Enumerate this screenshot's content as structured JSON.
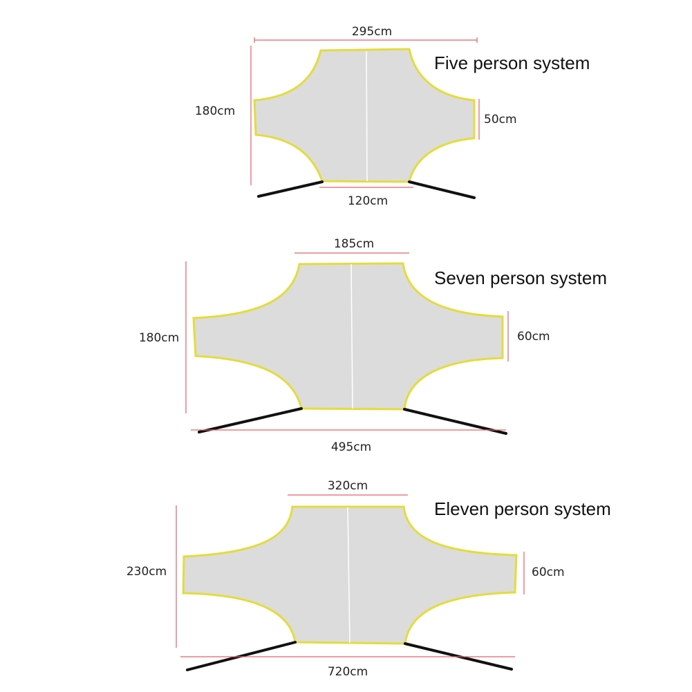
{
  "colors": {
    "net_fill": "#dcdcdc",
    "net_border": "#e4dc3a",
    "dimension_line": "#e0606a",
    "pole": "#111111"
  },
  "systems": [
    {
      "title": "Five person system",
      "dimensions": {
        "top_width": "295cm",
        "height": "180cm",
        "arm_width": "50cm",
        "bottom_width": "120cm"
      }
    },
    {
      "title": "Seven person system",
      "dimensions": {
        "top_width": "185cm",
        "height": "180cm",
        "arm_width": "60cm",
        "total_width": "495cm"
      }
    },
    {
      "title": "Eleven person system",
      "dimensions": {
        "top_width": "320cm",
        "height": "230cm",
        "arm_width": "60cm",
        "total_width": "720cm"
      }
    }
  ]
}
